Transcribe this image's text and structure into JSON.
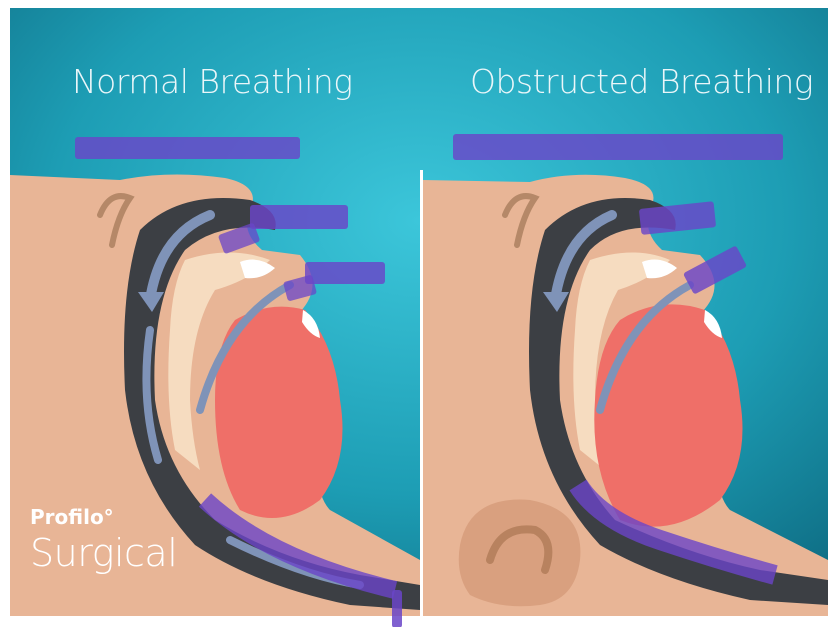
{
  "panels": {
    "left_title": "Normal Breathing",
    "right_title": "Obstructed Breathing"
  },
  "brand": {
    "name": "Profilo°",
    "subtitle": "Surgical"
  },
  "colors": {
    "background_teal": "#2cb6cc",
    "skin": "#e8b596",
    "airway": "#3c3f44",
    "tongue": "#ef6f68",
    "airflow_arrow": "#7f93b8",
    "annotation_marker": "#6a45c8"
  }
}
